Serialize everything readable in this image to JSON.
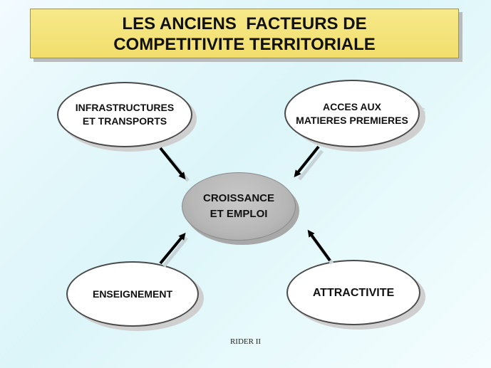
{
  "title": {
    "line1": "LES ANCIENS  FACTEURS DE",
    "line2": "COMPETITIVITE TERRITORIALE"
  },
  "nodes": {
    "infrastructures": {
      "line1": "INFRASTRUCTURES",
      "line2": "ET TRANSPORTS"
    },
    "matieres": {
      "line1": "ACCES AUX",
      "line2": "MATIERES PREMIERES"
    },
    "center": {
      "line1": "CROISSANCE",
      "line2": "ET EMPLOI"
    },
    "enseignement": {
      "line1": "ENSEIGNEMENT"
    },
    "attractivite": {
      "line1": "ATTRACTIVITE"
    }
  },
  "footer": "RIDER II",
  "colors": {
    "title_fill": "#f1de6c",
    "center_fill": "#b7b7b7",
    "node_fill": "#ffffff",
    "arrow": "#000000"
  }
}
